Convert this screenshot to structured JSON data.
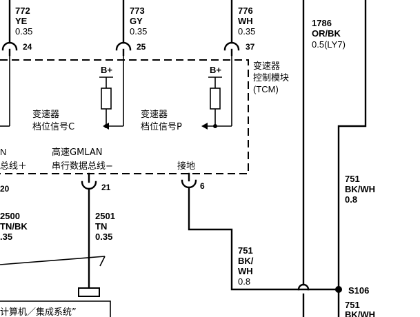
{
  "wires": {
    "w772": {
      "num": "772",
      "color": "YE",
      "gauge": "0.35",
      "pin": "24"
    },
    "w773": {
      "num": "773",
      "color": "GY",
      "gauge": "0.35",
      "pin": "25"
    },
    "w776": {
      "num": "776",
      "color": "WH",
      "gauge": "0.35",
      "pin": "37"
    },
    "w1786": {
      "num": "1786",
      "color": "OR/BK",
      "gauge": "0.5(LY7)"
    },
    "w751_right": {
      "num": "751",
      "color": "BK/WH",
      "gauge": "0.8"
    },
    "w751_left": {
      "num": "751",
      "color_a": "BK/",
      "color_b": "WH",
      "gauge": "0.8"
    },
    "w751_bottom": {
      "num": "751",
      "color": "BK/WH"
    },
    "w2500": {
      "num": "2500",
      "color": "TN/BK",
      "gauge": ".35",
      "pin": "20"
    },
    "w2501": {
      "num": "2501",
      "color": "TN",
      "gauge": "0.35",
      "pin": "21"
    },
    "ground_pin": "6"
  },
  "module": {
    "title_line1": "变速器",
    "title_line2": "控制模块",
    "title_line3": "(TCM)"
  },
  "switches": {
    "bplus_1": "B+",
    "bplus_2": "B+",
    "signal_c_line1": "变速器",
    "signal_c_line2": "档位信号C",
    "signal_p_line1": "变速器",
    "signal_p_line2": "档位信号P"
  },
  "bus": {
    "left_line1": "N",
    "left_line2": "总线＋",
    "center_line1": "高速GMLAN",
    "center_line2": "串行数据总线−",
    "ground_label": "接地"
  },
  "splice": "S106",
  "bottom_module": "计算机／集成系统”"
}
